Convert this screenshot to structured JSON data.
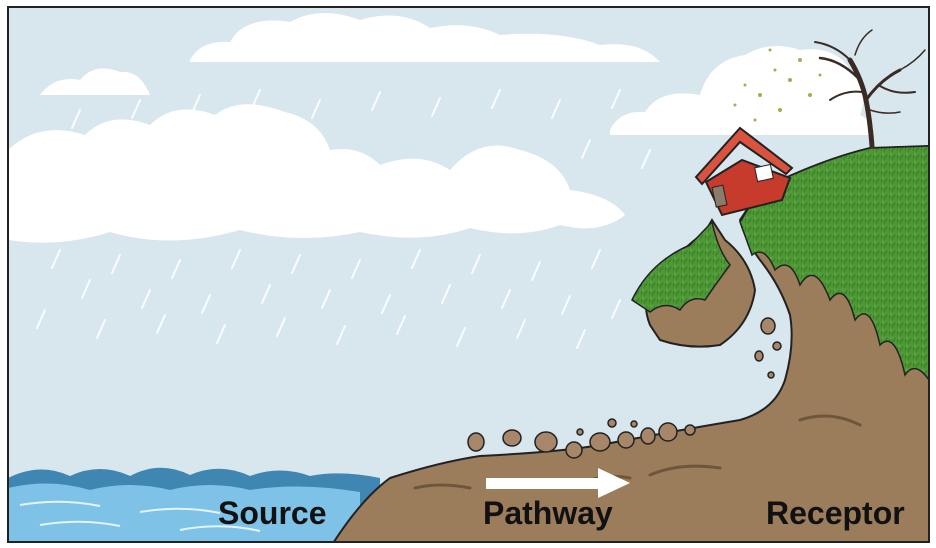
{
  "labels": {
    "source": "Source",
    "pathway": "Pathway",
    "receptor": "Receptor"
  },
  "colors": {
    "sky": "#d8e6ee",
    "cloud": "#ffffff",
    "rain": "#ffffff",
    "sea_light": "#7fc2e8",
    "sea_dark": "#3f86b3",
    "soil": "#9b7d5c",
    "soil_dark": "#6e563d",
    "grass": "#4f9a37",
    "grass_dark": "#2f6e25",
    "house_wall": "#c63b2b",
    "house_roof": "#d9533f",
    "tree": "#3a2c24",
    "arrow": "#ffffff",
    "border": "#222222"
  },
  "icons": {
    "house": "house-icon",
    "tree": "tree-icon",
    "arrow": "arrow-right-icon"
  }
}
